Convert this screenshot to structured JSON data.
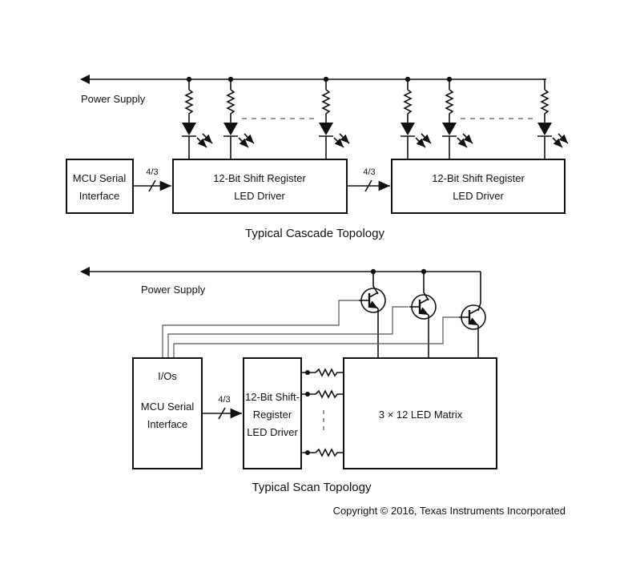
{
  "cascade": {
    "power_supply": "Power Supply",
    "mcu_line1": "MCU Serial",
    "mcu_line2": "Interface",
    "bus_label_1": "4/3",
    "bus_label_2": "4/3",
    "driver1_line1": "12-Bit Shift Register",
    "driver1_line2": "LED Driver",
    "driver2_line1": "12-Bit Shift Register",
    "driver2_line2": "LED Driver",
    "caption": "Typical Cascade Topology"
  },
  "scan": {
    "power_supply": "Power Supply",
    "ios": "I/Os",
    "mcu_line1": "MCU Serial",
    "mcu_line2": "Interface",
    "bus_label": "4/3",
    "driver_line1": "12-Bit Shift-",
    "driver_line2": "Register",
    "driver_line3": "LED Driver",
    "matrix": "3 × 12 LED Matrix",
    "caption": "Typical Scan Topology"
  },
  "copyright": "Copyright © 2016, Texas Instruments Incorporated"
}
